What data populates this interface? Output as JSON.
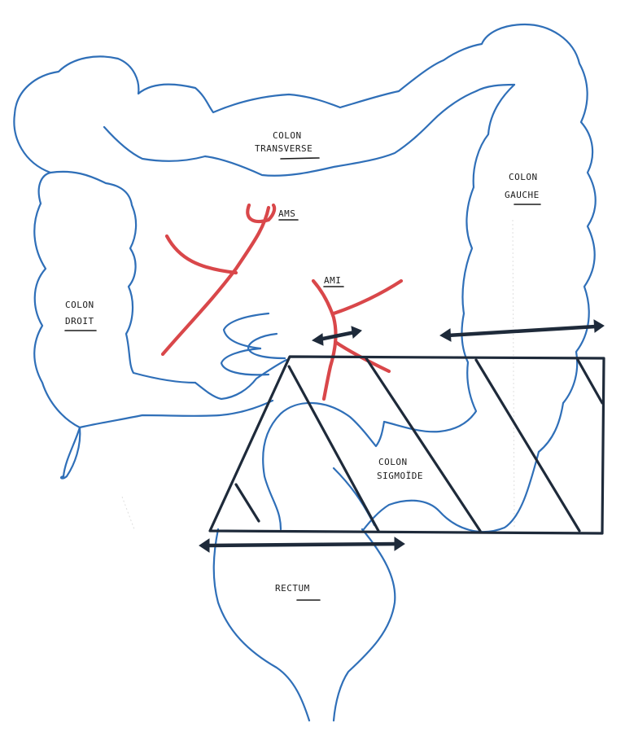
{
  "labels": {
    "colon_transverse_1": "COLON",
    "colon_transverse_2": "TRANSVERSE",
    "colon_left_1": "COLON",
    "colon_left_2": "GAUCHE",
    "colon_right_1": "COLON",
    "colon_right_2": "DROIT",
    "ams": "AMS",
    "ami": "AMI",
    "sigmoid_1": "COLON",
    "sigmoid_2": "SIGMOÏDE",
    "rectum": "RECTUM"
  },
  "colors": {
    "colon_outline": "#2f6fb8",
    "arteries": "#d9474a",
    "resection_marks": "#1e2a3a"
  }
}
